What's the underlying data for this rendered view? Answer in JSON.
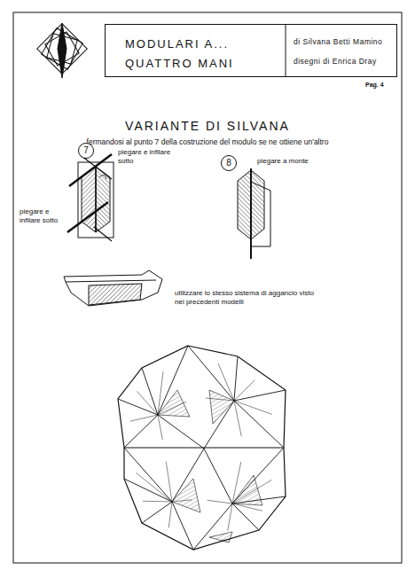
{
  "diagram": {
    "title": "VARIANTE DI SILVANA",
    "nodes": [
      {
        "text": [
          "MODULARI A...",
          "QUATTRO MANI",
          "di Silvana Betti Mamino",
          "disegni di Enrica Dray"
        ]
      },
      {
        "text": [
          "7"
        ]
      },
      {
        "text": [
          "8"
        ]
      }
    ],
    "labels": [
      "Pag. 4",
      "fermandosi al punto 7 della costruzione del modulo se ne ottiene un'altro",
      "piegare e infilare sotto",
      "piegare e infilare sotto",
      "piegare a monte",
      "utilizzare lo stesso sistema di aggancio visto nei precedenti modelli"
    ]
  }
}
